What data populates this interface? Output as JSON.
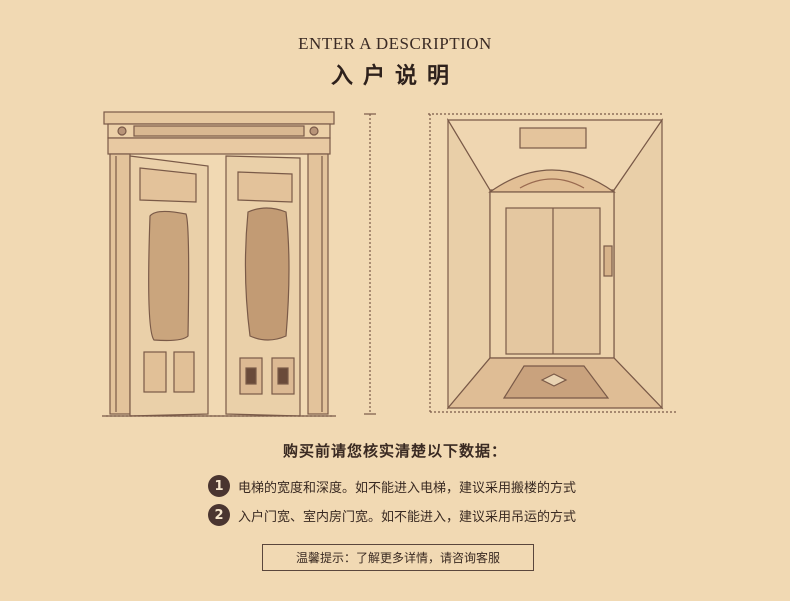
{
  "header": {
    "title_en": "ENTER A DESCRIPTION",
    "title_cn": "入户说明"
  },
  "figures": {
    "door": "double-door-sketch",
    "elevator": "elevator-sketch"
  },
  "instructions": {
    "heading": "购买前请您核实清楚以下数据：",
    "items": [
      {
        "number": "1",
        "text": "电梯的宽度和深度。如不能进入电梯，建议采用搬楼的方式"
      },
      {
        "number": "2",
        "text": "入户门宽、室内房门宽。如不能进入，建议采用吊运的方式"
      }
    ]
  },
  "tip": {
    "text": "温馨提示：了解更多详情，请咨询客服"
  },
  "colors": {
    "background": "#f1d9b3",
    "sketch_line": "#7a5a48",
    "badge": "#4a3530"
  }
}
